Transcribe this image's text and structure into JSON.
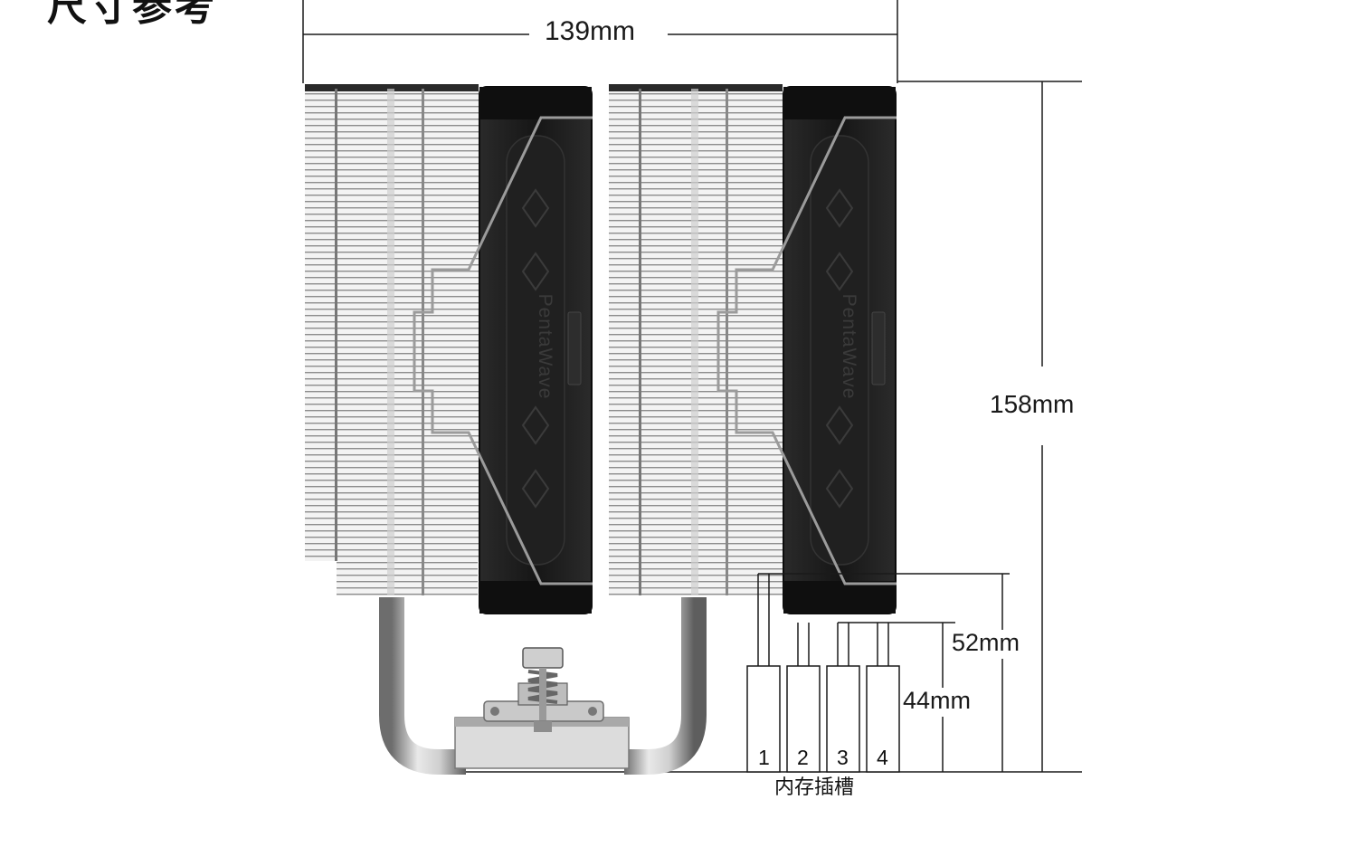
{
  "title": "尺寸参考",
  "dimensions": {
    "width": "139mm",
    "height": "158mm",
    "ram_clearance_tall": "52mm",
    "ram_clearance_short": "44mm"
  },
  "fan_brand_text": "PentaWave",
  "memory_slots": {
    "labels": [
      "1",
      "2",
      "3",
      "4"
    ],
    "caption": "内存插槽"
  },
  "colors": {
    "fin": "#e4e4e4",
    "fin_edge": "#8a8a8a",
    "fan_frame": "#1c1c1c",
    "dimension_line": "#1a1a1a",
    "heatpipe": "#b9b9b9"
  }
}
